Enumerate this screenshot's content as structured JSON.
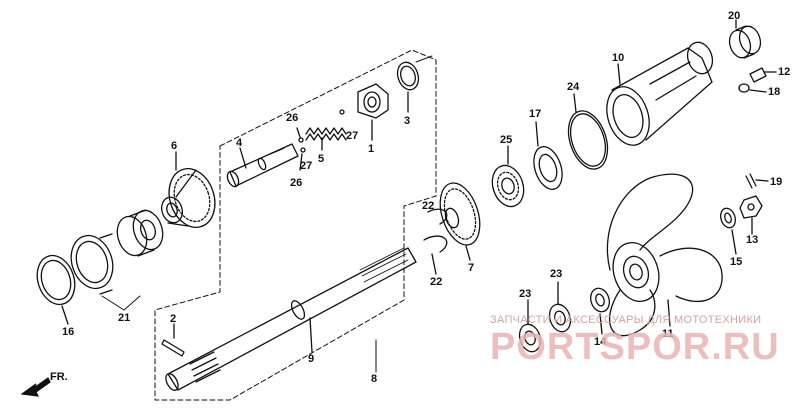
{
  "callouts": [
    {
      "id": "20",
      "text": "20"
    },
    {
      "id": "10",
      "text": "10"
    },
    {
      "id": "12",
      "text": "12"
    },
    {
      "id": "18",
      "text": "18"
    },
    {
      "id": "24",
      "text": "24"
    },
    {
      "id": "17",
      "text": "17"
    },
    {
      "id": "25",
      "text": "25"
    },
    {
      "id": "26a",
      "text": "26"
    },
    {
      "id": "27a",
      "text": "27"
    },
    {
      "id": "26b",
      "text": "26"
    },
    {
      "id": "27b",
      "text": "27"
    },
    {
      "id": "4",
      "text": "4"
    },
    {
      "id": "5",
      "text": "5"
    },
    {
      "id": "1",
      "text": "1"
    },
    {
      "id": "3",
      "text": "3"
    },
    {
      "id": "6",
      "text": "6"
    },
    {
      "id": "19",
      "text": "19"
    },
    {
      "id": "22a",
      "text": "22"
    },
    {
      "id": "22b",
      "text": "22"
    },
    {
      "id": "7",
      "text": "7"
    },
    {
      "id": "13",
      "text": "13"
    },
    {
      "id": "15",
      "text": "15"
    },
    {
      "id": "23a",
      "text": "23"
    },
    {
      "id": "23b",
      "text": "23"
    },
    {
      "id": "14",
      "text": "14"
    },
    {
      "id": "11",
      "text": "11"
    },
    {
      "id": "16",
      "text": "16"
    },
    {
      "id": "21",
      "text": "21"
    },
    {
      "id": "2",
      "text": "2"
    },
    {
      "id": "9",
      "text": "9"
    },
    {
      "id": "8",
      "text": "8"
    }
  ],
  "watermark": {
    "line1": "ЗАПЧАСТИ И АКСЕССУАРЫ ДЛЯ МОТОТЕХНИКИ",
    "line2": "PORTSPOR.RU"
  },
  "direction_label": "FR.",
  "colors": {
    "ink": "#111111",
    "watermark_red": "#d88f8f",
    "watermark_grey": "#b9b9b9"
  }
}
